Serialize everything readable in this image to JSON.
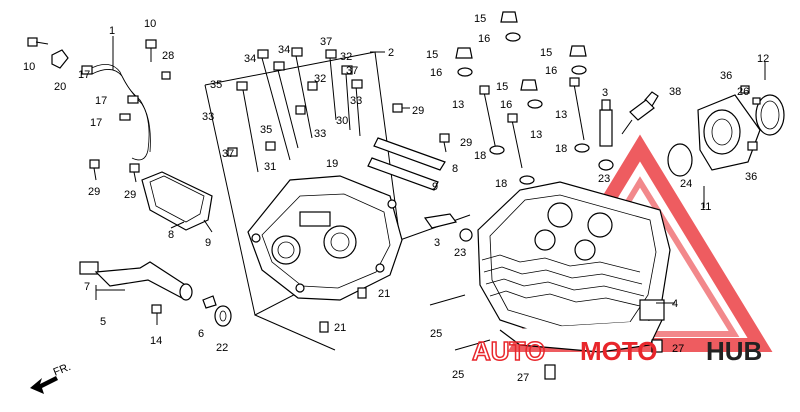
{
  "watermark": {
    "brand_part1": "AUTO",
    "brand_part2": "MOTO",
    "brand_part3": "HUB",
    "color_primary": "#e8262b",
    "color_outline": "#f08a8c",
    "color_dark": "#222222"
  },
  "direction_arrow_label": "FR.",
  "labels": {
    "l1": "1",
    "l2": "2",
    "l3": "3",
    "l4": "4",
    "l5": "5",
    "l6": "6",
    "l7": "7",
    "l8a": "8",
    "l8b": "8",
    "l9a": "9",
    "l9b": "9",
    "l10a": "10",
    "l10b": "10",
    "l11": "11",
    "l12": "12",
    "l13a": "13",
    "l13b": "13",
    "l13c": "13",
    "l14": "14",
    "l15a": "15",
    "l15b": "15",
    "l15c": "15",
    "l15d": "15",
    "l16a": "16",
    "l16b": "16",
    "l16c": "16",
    "l16d": "16",
    "l17a": "17",
    "l17b": "17",
    "l17c": "17",
    "l18a": "18",
    "l18b": "18",
    "l18c": "18",
    "l19": "19",
    "l20": "20",
    "l21a": "21",
    "l21b": "21",
    "l22": "22",
    "l23a": "23",
    "l23b": "23",
    "l24": "24",
    "l25a": "25",
    "l25b": "25",
    "l26": "26",
    "l27a": "27",
    "l27b": "27",
    "l28": "28",
    "l29a": "29",
    "l29b": "29",
    "l29c": "29",
    "l29d": "29",
    "l30": "30",
    "l31": "31",
    "l32a": "32",
    "l32b": "32",
    "l33a": "33",
    "l33b": "33",
    "l33c": "33",
    "l34a": "34",
    "l34b": "34",
    "l35a": "35",
    "l35b": "35",
    "l36a": "36",
    "l36b": "36",
    "l37a": "37",
    "l37b": "37",
    "l37c": "37",
    "l38": "38"
  }
}
